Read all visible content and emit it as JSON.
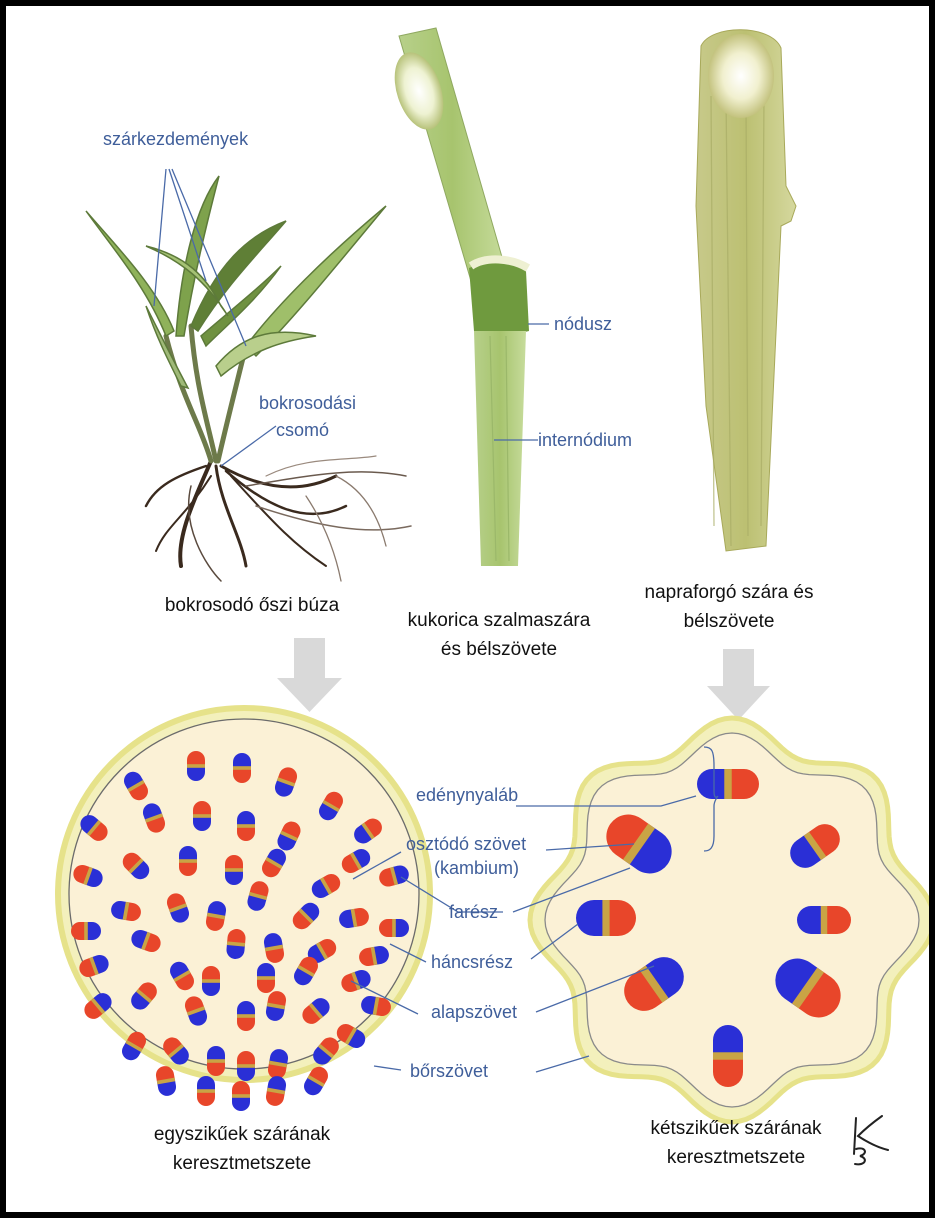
{
  "colors": {
    "label_blue": "#3f5e9a",
    "caption": "#111111",
    "xylem": "#e8462a",
    "phloem": "#2a2fd6",
    "cambium": "#c9a445",
    "ground_tissue": "#fbf1d6",
    "epidermis": "#e6e28a",
    "arrow": "#d9d9d9"
  },
  "icons": [
    "down-arrow-icon",
    "signature-icon"
  ],
  "labels": {
    "szarkezdemenyek": "szárkezdemények",
    "bokrosodasi_1": "bokrosodási",
    "bokrosodasi_2": "csomó",
    "nodusz": "nódusz",
    "internodium": "internódium",
    "edenynyalab": "edénynyaláb",
    "osztodo_1": "osztódó szövet",
    "osztodo_2": "(kambium)",
    "faresz": "farész",
    "hancsresz": "háncsrész",
    "alapszovet": "alapszövet",
    "borszovet": "bőrszövet"
  },
  "captions": {
    "wheat": "bokrosodó őszi búza",
    "corn_1": "kukorica szalmaszára",
    "corn_2": "és bélszövete",
    "sunflower_1": "napraforgó szára és",
    "sunflower_2": "bélszövete",
    "mono_1": "egyszikűek szárának",
    "mono_2": "keresztmetszete",
    "di_1": "kétszikűek szárának",
    "di_2": "keresztmetszete"
  }
}
